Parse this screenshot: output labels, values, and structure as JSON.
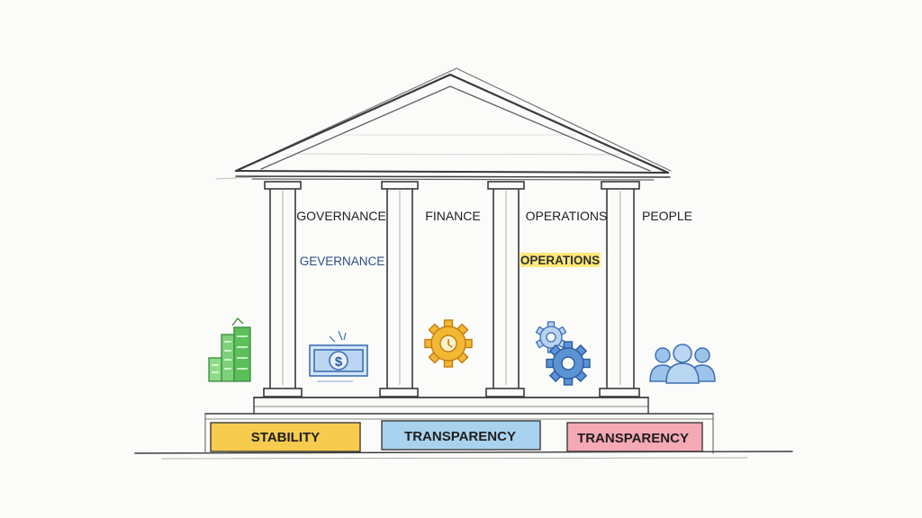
{
  "pillars": [
    {
      "label": "GOVERNANCE"
    },
    {
      "label": "FINANCE"
    },
    {
      "label": "OPERATIONS"
    },
    {
      "label": "PEOPLE"
    }
  ],
  "highlight_labels": [
    {
      "text": "GEVERNANCE",
      "color": "#2e4f86"
    },
    {
      "text": "OPERATIONS",
      "color": "#2f2f2f",
      "highlight": "#ffe561"
    }
  ],
  "foundation_blocks": [
    {
      "label": "STABILITY",
      "color": "#f6cb4e"
    },
    {
      "label": "TRANSPARENCY",
      "color": "#a9d2ee"
    },
    {
      "label": "TRANSPARENCY",
      "color": "#f4a9b5"
    }
  ],
  "icons": {
    "buildings": "buildings-icon",
    "money": "money-bill-icon",
    "gear": "gear-icon",
    "gears": "gears-icon",
    "people": "people-icon"
  },
  "colors": {
    "ink": "#2f2f2f",
    "green": "#5cbf5a",
    "blue": "#4a86c8",
    "gold": "#f2b733"
  }
}
